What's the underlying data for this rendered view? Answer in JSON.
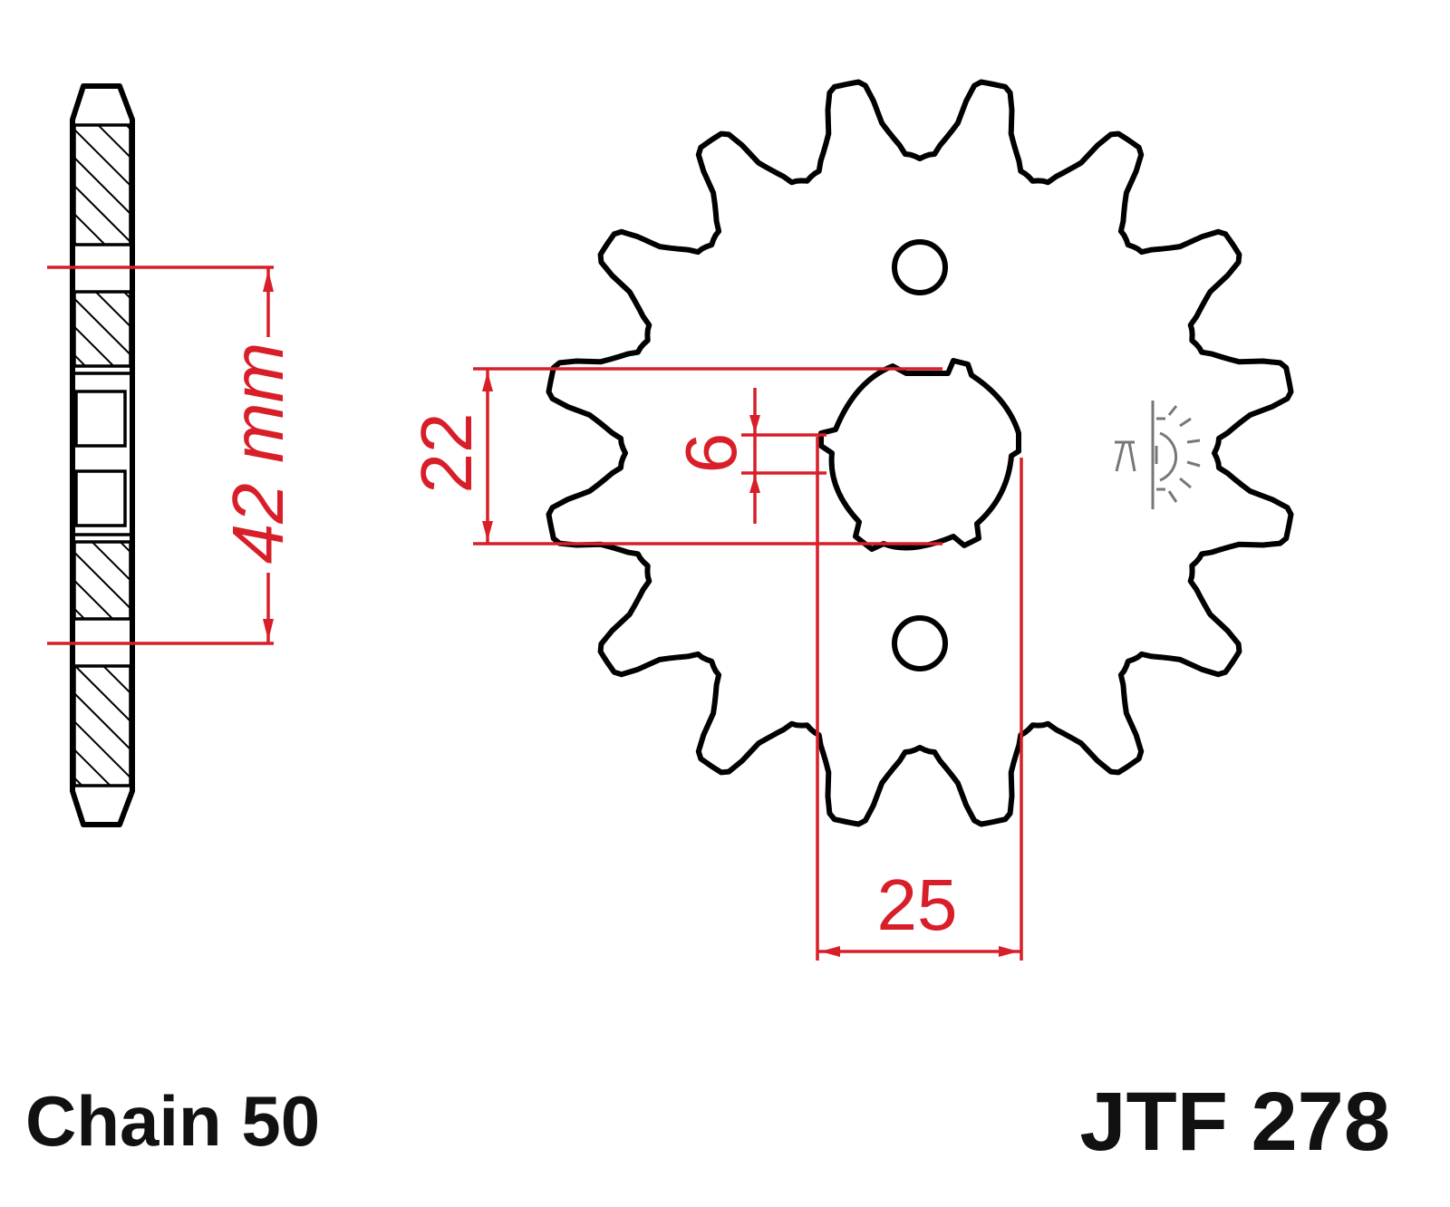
{
  "diagram": {
    "chain_label": "Chain 50",
    "part_number": "JTF 278",
    "dimensions": {
      "bolt_circle": "42 mm",
      "spline_width": "22",
      "spline_tooth": "6",
      "bore": "25"
    }
  },
  "colors": {
    "outline": "#000000",
    "dimension": "#d81e28",
    "background": "#ffffff"
  },
  "icons": [
    "hatched-cross-section",
    "sprocket-outline",
    "sun-logo-icon"
  ]
}
